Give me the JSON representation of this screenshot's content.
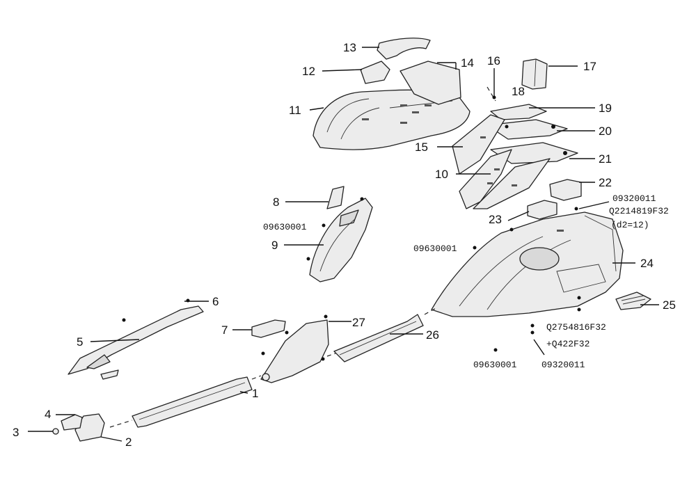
{
  "callouts": {
    "c1": "1",
    "c2": "2",
    "c3": "3",
    "c4": "4",
    "c5": "5",
    "c6": "6",
    "c7": "7",
    "c8": "8",
    "c9": "9",
    "c10": "10",
    "c11": "11",
    "c12": "12",
    "c13": "13",
    "c14": "14",
    "c15": "15",
    "c16": "16",
    "c17": "17",
    "c18": "18",
    "c19": "19",
    "c20": "20",
    "c21": "21",
    "c22": "22",
    "c23": "23",
    "c24": "24",
    "c25": "25",
    "c26": "26",
    "c27": "27"
  },
  "codes": {
    "top_right_1": "09320011",
    "top_right_2": "Q2214819F32",
    "top_right_3": "(d2=12)",
    "left_mid": "09630001",
    "center": "09630001",
    "bottom_center": "09630001",
    "bottom_right_1": "Q2754816F32",
    "bottom_right_2": "+Q422F32",
    "bottom_right_3": "09320011"
  }
}
